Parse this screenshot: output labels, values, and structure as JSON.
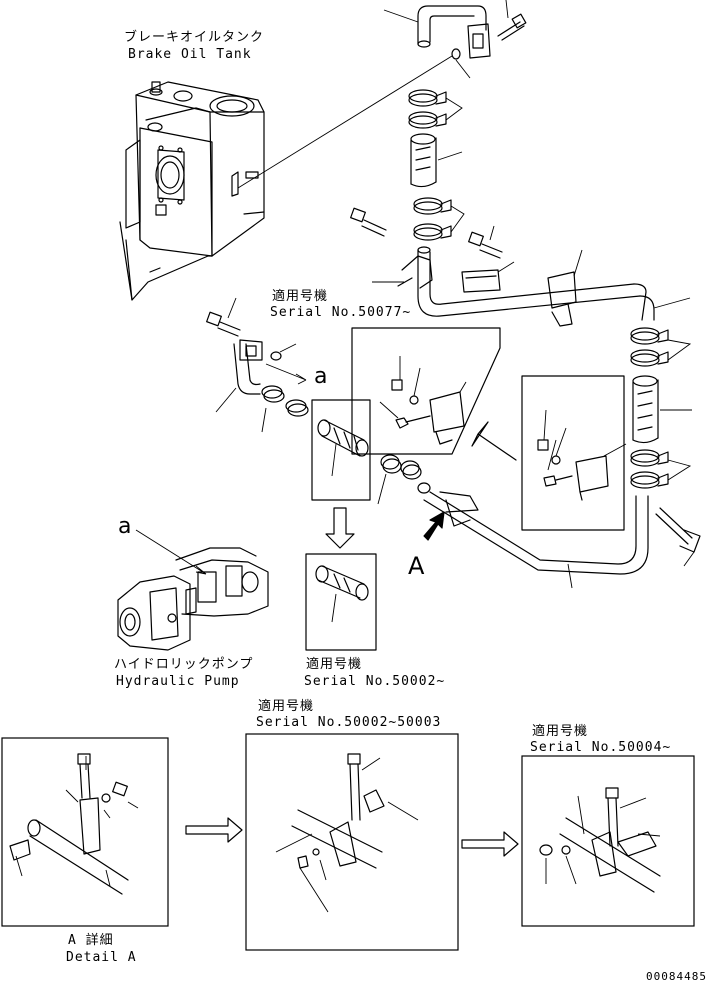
{
  "labels": {
    "brake_tank_jp": "ブレーキオイルタンク",
    "brake_tank_en": "Brake Oil Tank",
    "serial_top_jp": "適用号機",
    "serial_top_en": "Serial No.50077~",
    "marker_a_small": "a",
    "marker_a_left": "a",
    "marker_A_big": "A",
    "pump_jp": "ハイドロリックポンプ",
    "pump_en": "Hydraulic Pump",
    "serial_mid_jp": "適用号機",
    "serial_mid_en": "Serial No.50002~",
    "serial_b2_jp": "適用号機",
    "serial_b2_en": "Serial No.50002~50003",
    "serial_b3_jp": "適用号機",
    "serial_b3_en": "Serial No.50004~",
    "detail_jp": "A 詳細",
    "detail_en": "Detail A",
    "drawing_number": "00084485"
  }
}
